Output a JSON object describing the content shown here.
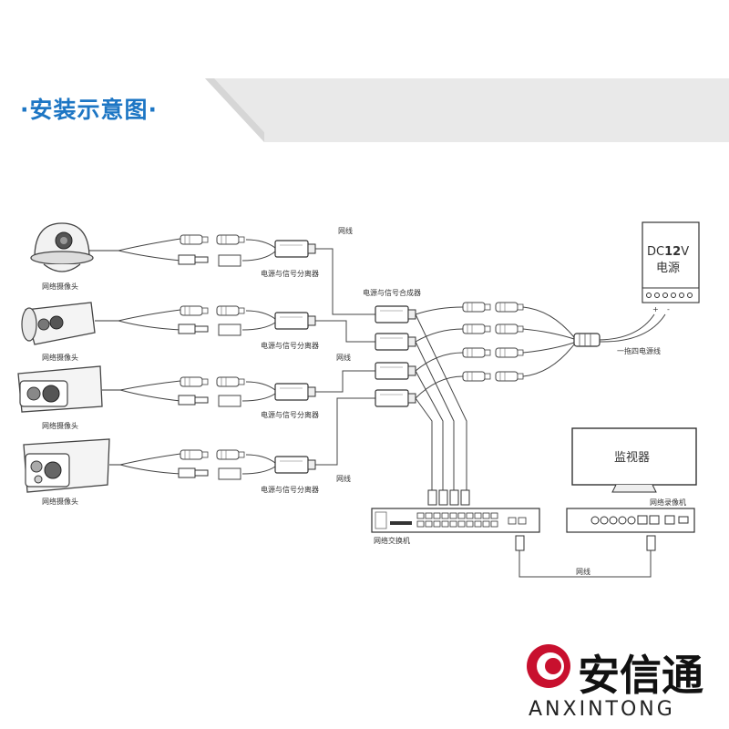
{
  "header": {
    "title": "·安装示意图·"
  },
  "cameras": [
    {
      "label": "网络摄像头",
      "type": "dome"
    },
    {
      "label": "网络摄像头",
      "type": "bullet"
    },
    {
      "label": "网络摄像头",
      "type": "bullet"
    },
    {
      "label": "网络摄像头",
      "type": "bullet"
    }
  ],
  "splitter_label": "电源与信号分离器",
  "combiner_label": "电源与信号合成器",
  "cable_label": "网线",
  "power_supply": {
    "line1_a": "DC",
    "line1_b": "12",
    "line1_c": "V",
    "line2": "电源",
    "plus": "+",
    "minus": "-"
  },
  "power_cable_label": "一拖四电源线",
  "switch_label": "网络交换机",
  "nvr_label": "网络录像机",
  "monitor_label": "监视器",
  "logo": {
    "name": "安信通",
    "sub": "ANXINTONG"
  }
}
